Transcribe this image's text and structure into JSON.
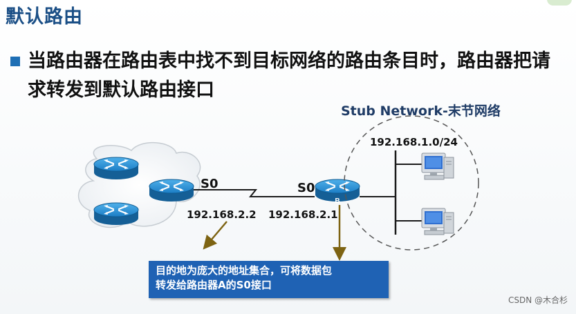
{
  "title": "默认路由",
  "main_text": "当路由器在路由表中找不到目标网络的路由条目时，路由器把请求转发到默认路由接口",
  "stub_label": "Stub Network-末节网络",
  "network_label": "192.168.1.0/24",
  "router_a": {
    "interface": "S0",
    "ip": "192.168.2.2"
  },
  "router_b": {
    "interface": "S0",
    "ip": "192.168.2.1",
    "letter": "B"
  },
  "info_box": {
    "line1": "目的地为庞大的地址集合，可将数据包",
    "line2": "转发给路由器A的S0接口"
  },
  "watermark": "CSDN @木合杉",
  "colors": {
    "title": "#1b4f86",
    "router": "#1a7dc4",
    "arrow": "#7d6312",
    "box": "#1f62b4"
  }
}
